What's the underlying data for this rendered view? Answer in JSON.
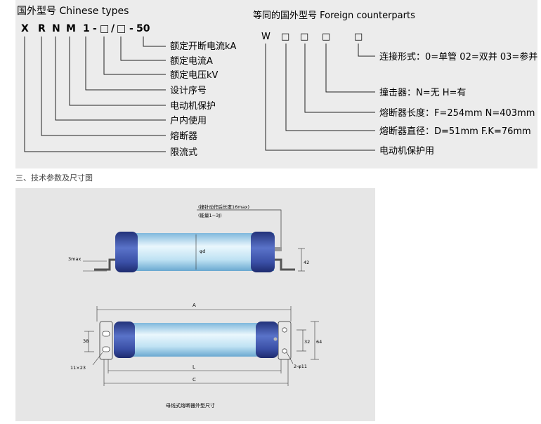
{
  "left": {
    "title": "国外型号 Chinese types",
    "code": [
      "X",
      "R",
      "N",
      "M",
      "1",
      "-",
      "□",
      "/",
      "□",
      "-",
      "50"
    ],
    "labels": [
      "额定开断电流kA",
      "额定电流A",
      "额定电压kV",
      "设计序号",
      "电动机保护",
      "户内使用",
      "熔断器",
      "限流式"
    ]
  },
  "right": {
    "title": "等同的国外型号 Foreign counterparts",
    "code": [
      "W",
      "□",
      "□",
      "□",
      "□"
    ],
    "labels": [
      "连接形式：0=单管 02=双并 03=参并",
      "撞击器：N=无 H=有",
      "熔断器长度：F=254mm N=403mm",
      "熔断器直径：D=51mm F.K=76mm",
      "电动机保护用"
    ]
  },
  "caption": "三、技术参数及尺寸图",
  "drawing": {
    "note1": "(撞针动作后长度16max)",
    "note2": "(能量1~3J)",
    "dim_3max": "3max",
    "dim_phid": "φd",
    "dim_42": "42",
    "dim_A": "A",
    "dim_38": "38",
    "dim_32": "32",
    "dim_64": "64",
    "dim_11x23": "11×23",
    "dim_2phi11": "2-φ11",
    "dim_L": "L",
    "dim_C": "C",
    "title": "母线式熔断器外型尺寸"
  },
  "colors": {
    "body_light": "#d9f0fa",
    "body_mid": "#8fc8e8",
    "cap_dark": "#2b3f8e",
    "cap_mid": "#4a63b8"
  }
}
